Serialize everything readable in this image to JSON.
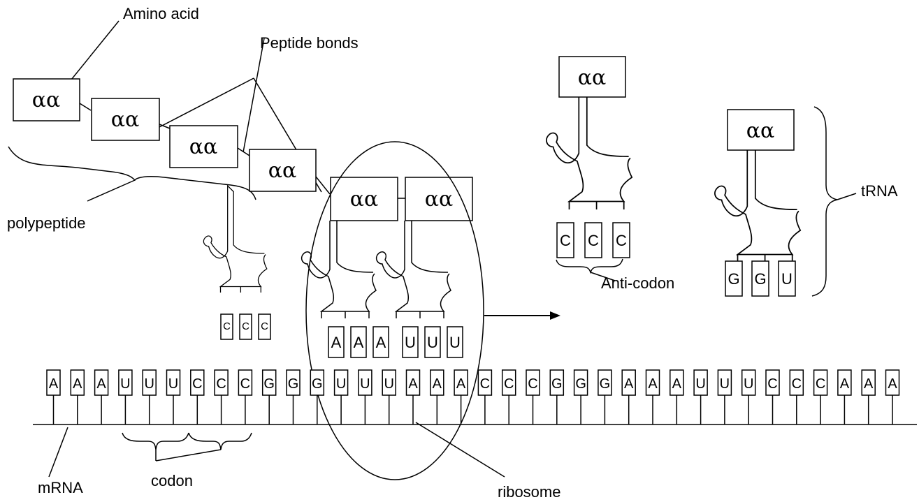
{
  "labels": {
    "amino_acid": "Amino acid",
    "peptide_bonds": "Peptide bonds",
    "polypeptide": "polypeptide",
    "trna": "tRNA",
    "anti_codon": "Anti-codon",
    "mrna": "mRNA",
    "codon": "codon",
    "ribosome": "ribosome"
  },
  "amino_acid_symbol": "αα",
  "mrna_bases": [
    "A",
    "A",
    "A",
    "U",
    "U",
    "U",
    "C",
    "C",
    "C",
    "G",
    "G",
    "G",
    "U",
    "U",
    "U",
    "A",
    "A",
    "A",
    "C",
    "C",
    "C",
    "G",
    "G",
    "G",
    "A",
    "A",
    "A",
    "U",
    "U",
    "U",
    "C",
    "C",
    "C",
    "A",
    "A",
    "A"
  ],
  "trnas": [
    {
      "name": "free-trna-left",
      "anticodon": [
        "C",
        "C",
        "C"
      ]
    },
    {
      "name": "ribosome-trna-1",
      "anticodon": [
        "A",
        "A",
        "A"
      ]
    },
    {
      "name": "ribosome-trna-2",
      "anticodon": [
        "U",
        "U",
        "U"
      ]
    },
    {
      "name": "trna-top",
      "anticodon": [
        "C",
        "C",
        "C"
      ]
    },
    {
      "name": "trna-right",
      "anticodon": [
        "G",
        "G",
        "U"
      ]
    }
  ]
}
